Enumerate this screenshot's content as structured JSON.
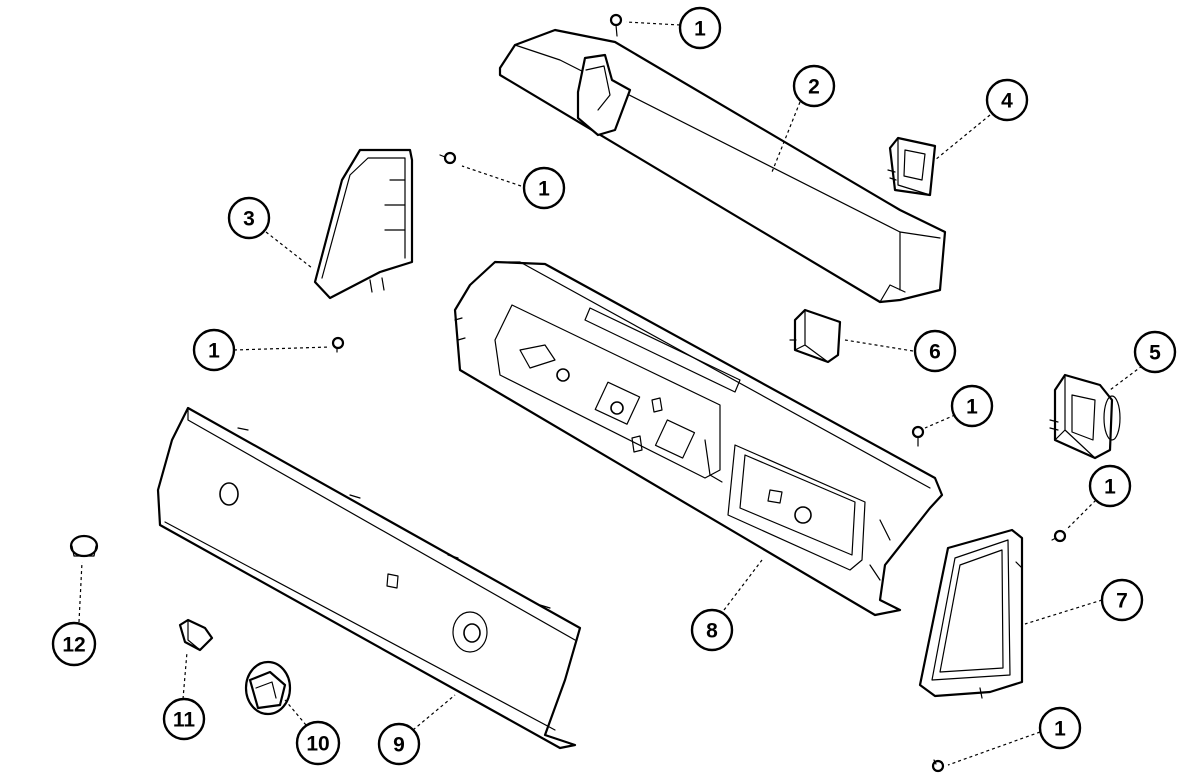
{
  "callouts": [
    {
      "id": "c1a",
      "label": "1"
    },
    {
      "id": "c2",
      "label": "2"
    },
    {
      "id": "c4",
      "label": "4"
    },
    {
      "id": "c1b",
      "label": "1"
    },
    {
      "id": "c3",
      "label": "3"
    },
    {
      "id": "c1c",
      "label": "1"
    },
    {
      "id": "c6",
      "label": "6"
    },
    {
      "id": "c5",
      "label": "5"
    },
    {
      "id": "c1d",
      "label": "1"
    },
    {
      "id": "c1e",
      "label": "1"
    },
    {
      "id": "c7",
      "label": "7"
    },
    {
      "id": "c8",
      "label": "8"
    },
    {
      "id": "c12",
      "label": "12"
    },
    {
      "id": "c11",
      "label": "11"
    },
    {
      "id": "c10",
      "label": "10"
    },
    {
      "id": "c9",
      "label": "9"
    },
    {
      "id": "c1f",
      "label": "1"
    }
  ]
}
